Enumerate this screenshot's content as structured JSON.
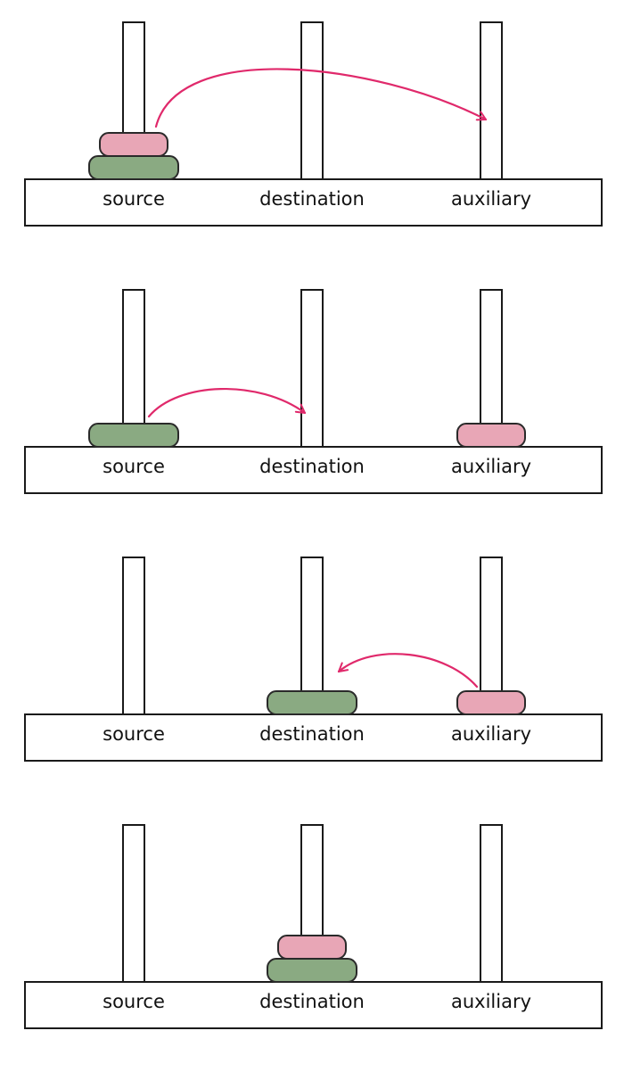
{
  "colors": {
    "small_disk": "#e8a6b6",
    "large_disk": "#8aaa82",
    "arrow": "#e0296b"
  },
  "steps": [
    {
      "labels": [
        "source",
        "destination",
        "auxiliary"
      ],
      "pegs": [
        [
          "large",
          "small"
        ],
        [],
        []
      ],
      "move": {
        "from": 0,
        "to": 2
      }
    },
    {
      "labels": [
        "source",
        "destination",
        "auxiliary"
      ],
      "pegs": [
        [
          "large"
        ],
        [],
        [
          "small"
        ]
      ],
      "move": {
        "from": 0,
        "to": 1
      }
    },
    {
      "labels": [
        "source",
        "destination",
        "auxiliary"
      ],
      "pegs": [
        [],
        [
          "large"
        ],
        [
          "small"
        ]
      ],
      "move": {
        "from": 2,
        "to": 1
      }
    },
    {
      "labels": [
        "source",
        "destination",
        "auxiliary"
      ],
      "pegs": [
        [],
        [
          "large",
          "small"
        ],
        []
      ],
      "move": null
    }
  ]
}
